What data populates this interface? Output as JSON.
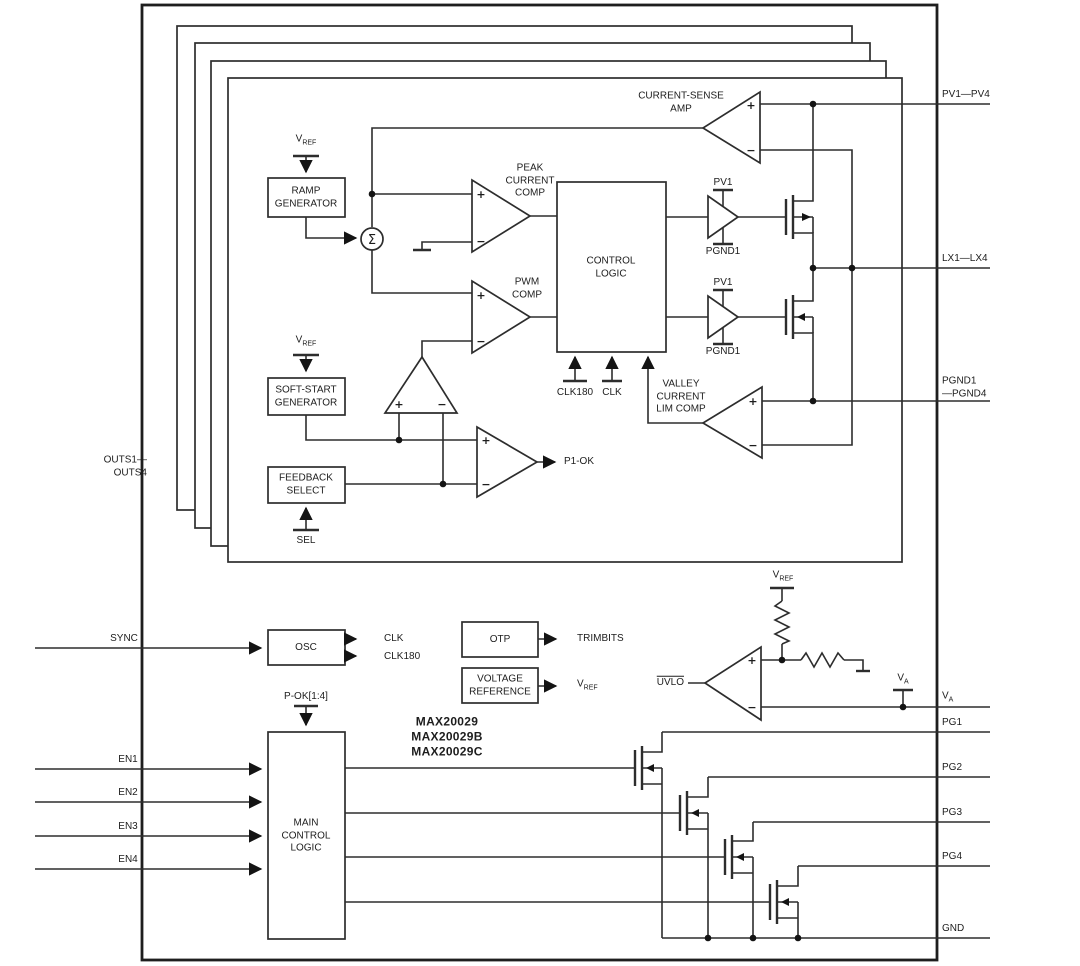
{
  "part_numbers": {
    "line1": "MAX20029",
    "line2": "MAX20029B",
    "line3": "MAX20029C"
  },
  "blocks": {
    "ramp_generator": "RAMP\nGENERATOR",
    "soft_start_generator": "SOFT-START\nGENERATOR",
    "feedback_select": "FEEDBACK\nSELECT",
    "control_logic": "CONTROL\nLOGIC",
    "osc": "OSC",
    "otp": "OTP",
    "voltage_reference": "VOLTAGE\nREFERENCE",
    "main_control_logic": "MAIN\nCONTROL\nLOGIC"
  },
  "amps": {
    "current_sense": "CURRENT-SENSE\nAMP",
    "peak_current_comp": "PEAK\nCURRENT\nCOMP",
    "pwm_comp": "PWM\nCOMP",
    "valley_current_lim_comp": "VALLEY\nCURRENT\nLIM COMP"
  },
  "pins": {
    "sync": "SYNC",
    "en1": "EN1",
    "en2": "EN2",
    "en3": "EN3",
    "en4": "EN4",
    "outs": "OUTS1—\nOUTS4",
    "pv": "PV1—PV4",
    "lx": "LX1—LX4",
    "pgnd_range": "PGND1\n—PGND4",
    "pg1": "PG1",
    "pg2": "PG2",
    "pg3": "PG3",
    "pg4": "PG4",
    "gnd": "GND"
  },
  "signals": {
    "clk": "CLK",
    "clk180": "CLK180",
    "pok": "P-OK[1:4]",
    "p1ok": "P1-OK",
    "trimbits": "TRIMBITS",
    "sel": "SEL",
    "pv1": "PV1",
    "pgnd1": "PGND1",
    "uvlo": "UVLO"
  },
  "symbols": {
    "sigma": "Σ",
    "plus": "+",
    "minus": "−",
    "v": "V",
    "ref": "REF",
    "a": "A"
  },
  "colors": {
    "ink": "#2d2d2d",
    "text": "#1d1d1d",
    "background": "#ffffff"
  }
}
